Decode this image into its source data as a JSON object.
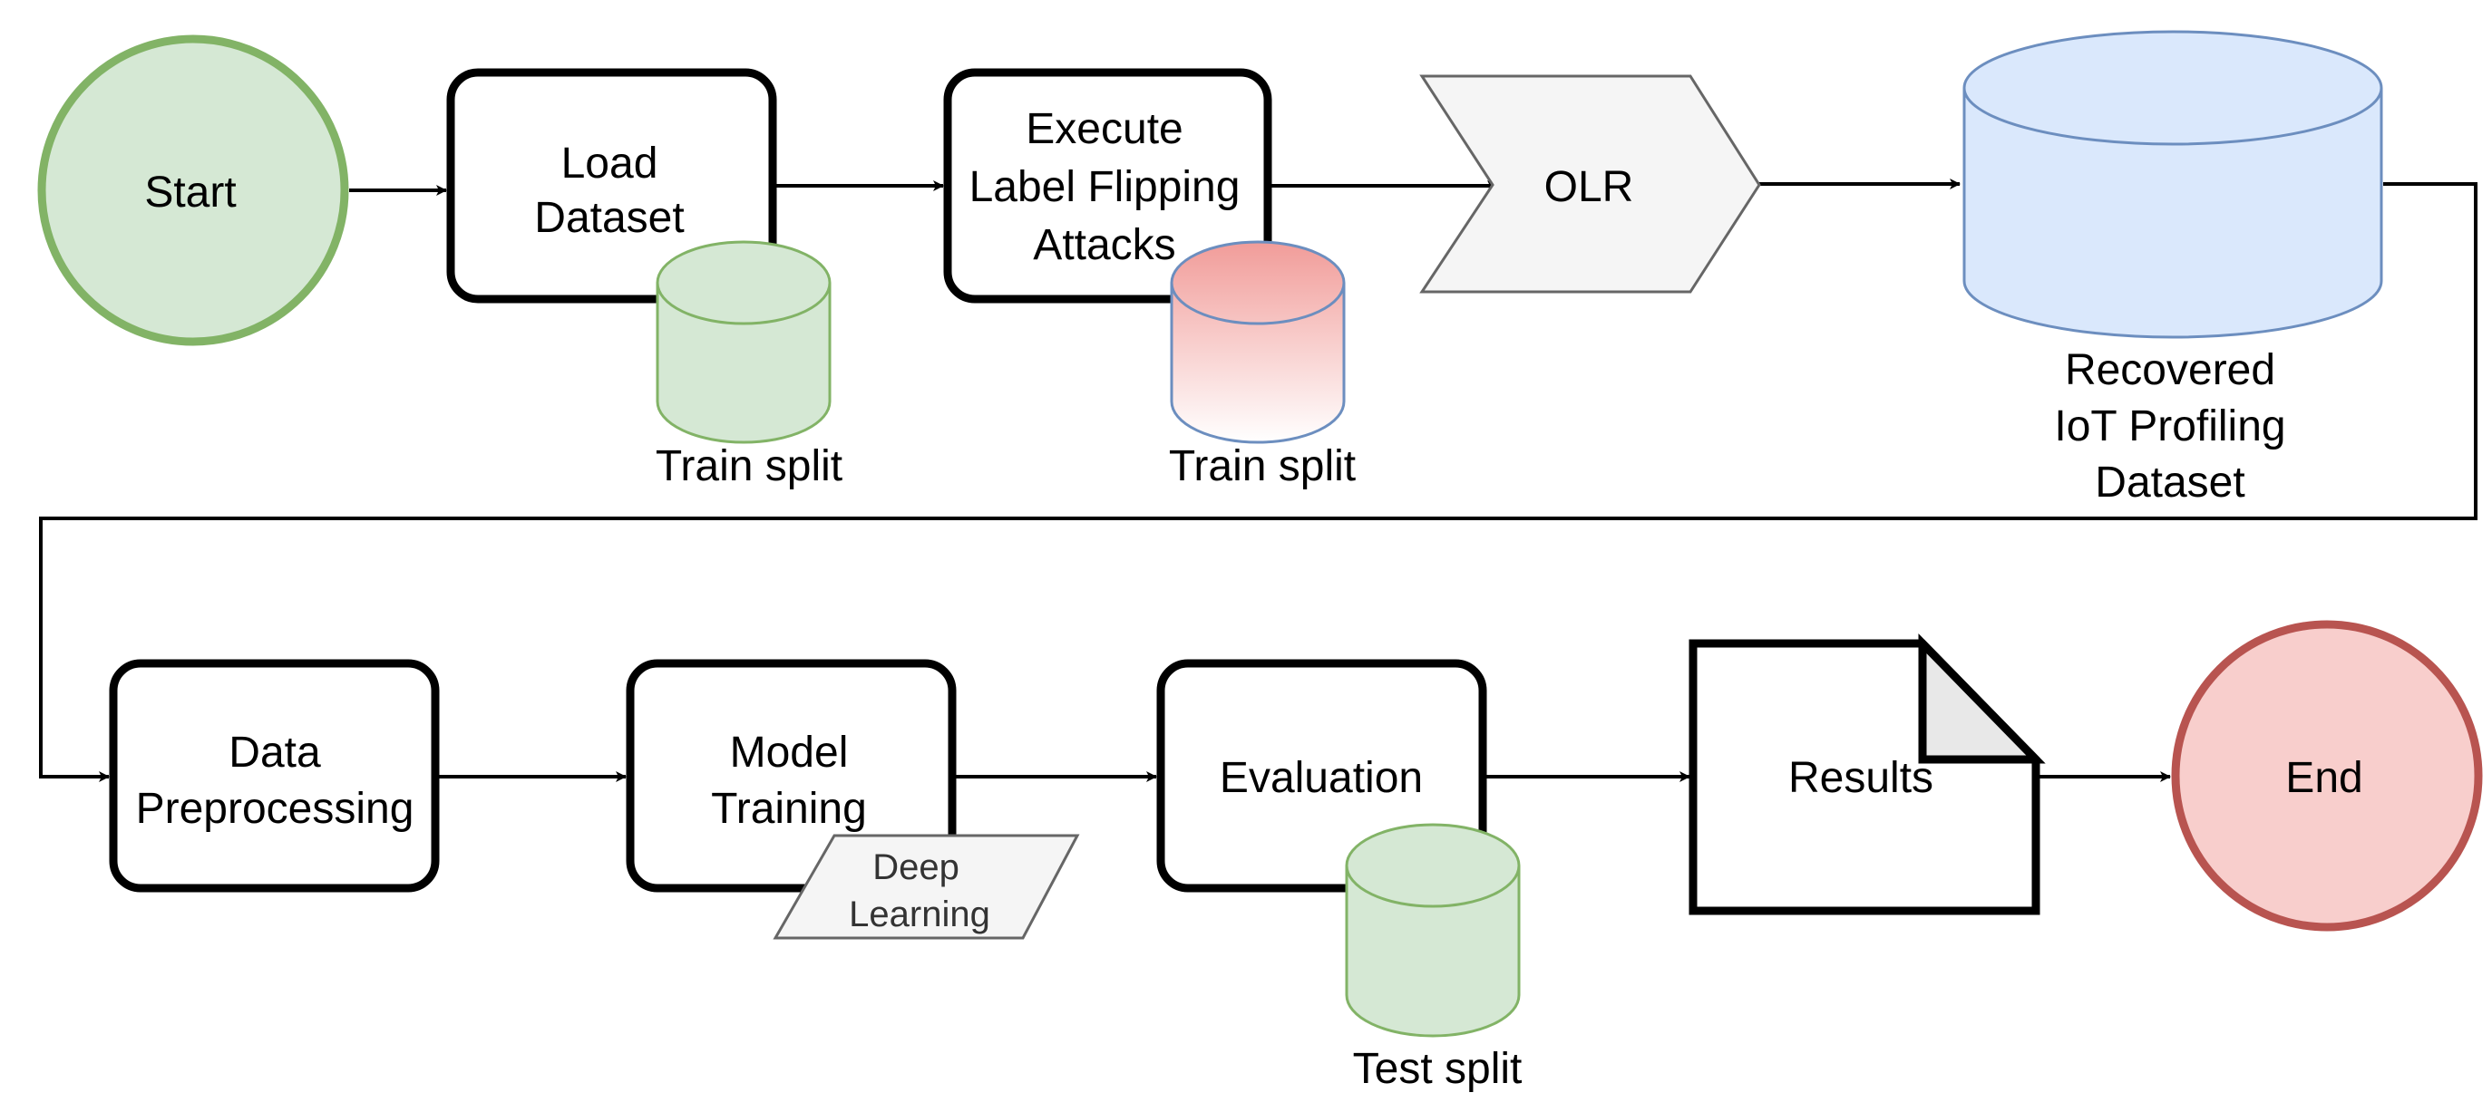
{
  "nodes": {
    "start": {
      "label": "Start"
    },
    "load_dataset": {
      "line1": "Load",
      "line2": "Dataset"
    },
    "train_split_1": {
      "label": "Train split"
    },
    "label_flipping": {
      "line1": "Execute",
      "line2": "Label Flipping",
      "line3": "Attacks"
    },
    "train_split_2": {
      "label": "Train split"
    },
    "olr": {
      "label": "OLR"
    },
    "recovered_dataset": {
      "line1": "Recovered",
      "line2": "IoT Profiling",
      "line3": "Dataset"
    },
    "data_preprocessing": {
      "line1": "Data",
      "line2": "Preprocessing"
    },
    "model_training": {
      "line1": "Model",
      "line2": "Training"
    },
    "deep_learning": {
      "line1": "Deep",
      "line2": "Learning"
    },
    "evaluation": {
      "label": "Evaluation"
    },
    "test_split": {
      "label": "Test split"
    },
    "results": {
      "label": "Results"
    },
    "end": {
      "label": "End"
    }
  },
  "colors": {
    "start_fill": "#d5e8d4",
    "start_stroke": "#82b366",
    "end_fill": "#f8cecc",
    "end_stroke": "#b85450",
    "clean_split_fill": "#d5e8d4",
    "clean_split_stroke": "#82b366",
    "poisoned_split_fill_top": "#f19c99",
    "poisoned_split_fill_bottom": "#ffffff",
    "poisoned_split_stroke": "#6c8ebf",
    "recovered_fill": "#dae8fc",
    "recovered_stroke": "#6c8ebf",
    "olr_fill": "#f5f5f5",
    "olr_stroke": "#666666",
    "deep_learning_fill": "#f5f5f5",
    "deep_learning_stroke": "#666666",
    "process_stroke": "#000000"
  }
}
